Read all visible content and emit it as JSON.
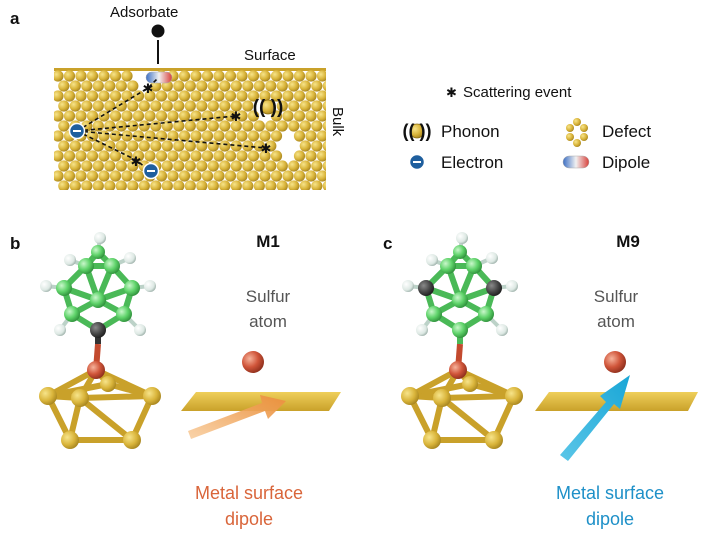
{
  "panel_a": {
    "letter": "a",
    "adsorbate_label": "Adsorbate",
    "surface_label": "Surface",
    "bulk_label": "Bulk",
    "legend": {
      "scattering_event": "Scattering event",
      "phonon": "Phonon",
      "defect": "Defect",
      "electron": "Electron",
      "dipole": "Dipole"
    }
  },
  "panel_b": {
    "letter": "b",
    "title": "M1",
    "sulfur_line1": "Sulfur",
    "sulfur_line2": "atom",
    "dipole_line1": "Metal surface",
    "dipole_line2": "dipole"
  },
  "panel_c": {
    "letter": "c",
    "title": "M9",
    "sulfur_line1": "Sulfur",
    "sulfur_line2": "atom",
    "dipole_line1": "Metal surface",
    "dipole_line2": "dipole"
  },
  "colors": {
    "gold": "#d9b43a",
    "electron_blue": "#1f5f9e",
    "dipole_orange": "#e06a3c",
    "dipole_blue": "#1e90c8",
    "boron_green": "#5fd36a",
    "carbon_gray": "#444444",
    "hydrogen_white": "#e6f0ec",
    "sulfur_red": "#d0553a"
  }
}
